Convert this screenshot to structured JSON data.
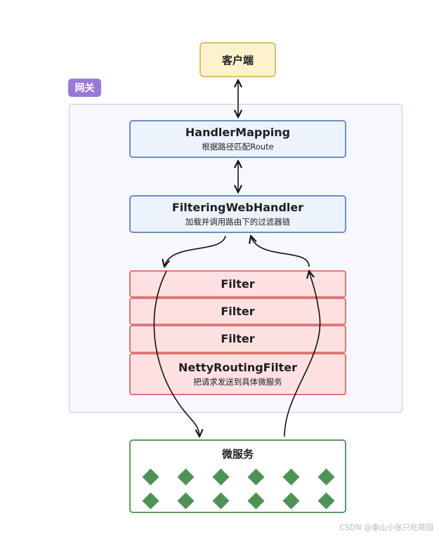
{
  "client": {
    "label": "客户端"
  },
  "gateway": {
    "label": "网关"
  },
  "handler_mapping": {
    "title": "HandlerMapping",
    "subtitle": "根据路径匹配Route"
  },
  "filtering_web_handler": {
    "title": "FilteringWebHandler",
    "subtitle": "加载并调用路由下的过滤器链"
  },
  "filters": [
    {
      "title": "Filter"
    },
    {
      "title": "Filter"
    },
    {
      "title": "Filter"
    },
    {
      "title": "NettyRoutingFilter",
      "subtitle": "把请求发送到具体微服务"
    }
  ],
  "microservices": {
    "title": "微服务",
    "instance_count": 12
  },
  "watermark": "CSDN @泰山小张只吃荷园",
  "colors": {
    "client_fill": "#fdf2cc",
    "gateway_tag": "#9a78d8",
    "handler_fill": "#edf3fc",
    "filter_fill": "#fde0e0",
    "service_diamond": "#4f9258"
  }
}
